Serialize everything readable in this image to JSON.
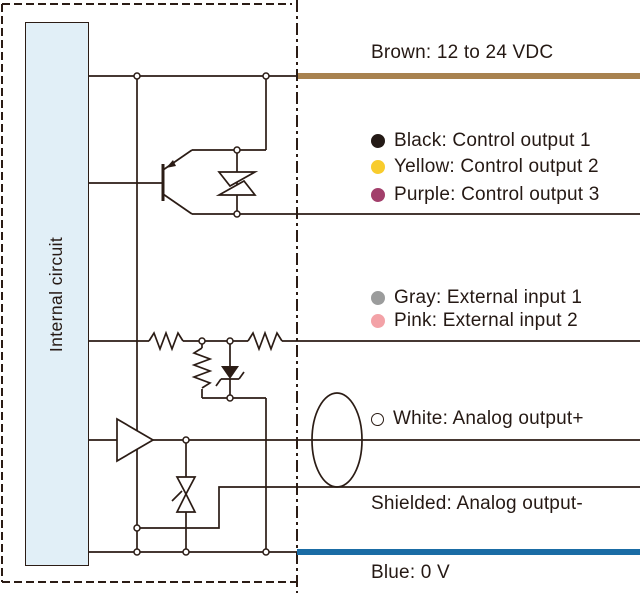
{
  "diagram": {
    "internal_circuit_label": "Internal circuit",
    "wires": {
      "brown": {
        "label": "Brown: 12 to 24 VDC",
        "color": "#a8824f"
      },
      "blue": {
        "label": "Blue: 0 V",
        "color": "#1a6ca5"
      },
      "shielded": {
        "label": "Shielded: Analog output-"
      }
    },
    "outputs": [
      {
        "label": "Black: Control output 1",
        "dot_color": "#241a16"
      },
      {
        "label": "Yellow: Control output 2",
        "dot_color": "#f8cc2d"
      },
      {
        "label": "Purple: Control output 3",
        "dot_color": "#a23f6b"
      }
    ],
    "inputs": [
      {
        "label": "Gray: External input 1",
        "dot_color": "#9b9c9c"
      },
      {
        "label": "Pink: External input 2",
        "dot_color": "#f3a2a7"
      }
    ],
    "analog": {
      "label": "White: Analog output+",
      "dot_color": "#ffffff"
    },
    "components": [
      "pnp-transistor",
      "bidirectional-zener-diode",
      "zener-diode",
      "resistor",
      "amplifier-buffer",
      "cable-shield-ellipse",
      "dashed-enclosure"
    ]
  },
  "colors": {
    "wire": "#2b1c15",
    "ink": "#251914",
    "box_fill": "#e1eff7"
  }
}
